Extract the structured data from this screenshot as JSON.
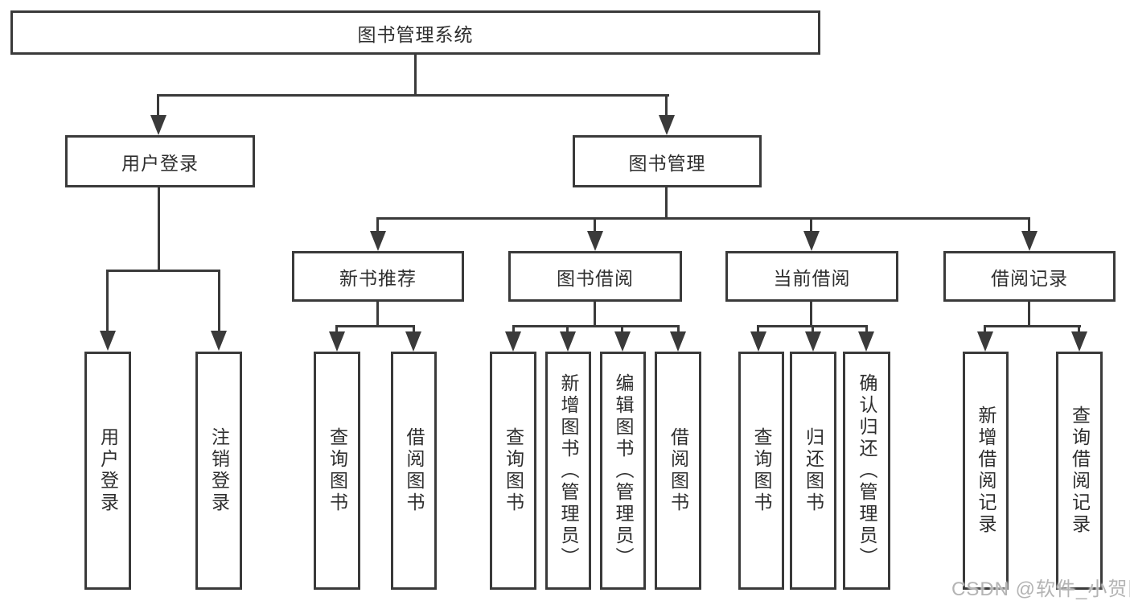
{
  "colors": {
    "line": "#3a3a3a",
    "text": "#2e2e2e",
    "background": "#ffffff",
    "watermark": "#b4b4b4"
  },
  "tree": {
    "root": {
      "label": "图书管理系统"
    },
    "branches": [
      {
        "label": "用户登录",
        "children": [
          {
            "label": "用户登录"
          },
          {
            "label": "注销登录"
          }
        ]
      },
      {
        "label": "图书管理",
        "children": [
          {
            "label": "新书推荐",
            "children": [
              {
                "label": "查询图书"
              },
              {
                "label": "借阅图书"
              }
            ]
          },
          {
            "label": "图书借阅",
            "children": [
              {
                "label": "查询图书"
              },
              {
                "label": "新增图书（管理员）"
              },
              {
                "label": "编辑图书（管理员）"
              },
              {
                "label": "借阅图书"
              }
            ]
          },
          {
            "label": "当前借阅",
            "children": [
              {
                "label": "查询图书"
              },
              {
                "label": "归还图书"
              },
              {
                "label": "确认归还（管理员）"
              }
            ]
          },
          {
            "label": "借阅记录",
            "children": [
              {
                "label": "新增借阅记录"
              },
              {
                "label": "查询借阅记录"
              }
            ]
          }
        ]
      }
    ]
  },
  "watermark": {
    "text": "CSDN @软件_小贺同学"
  }
}
